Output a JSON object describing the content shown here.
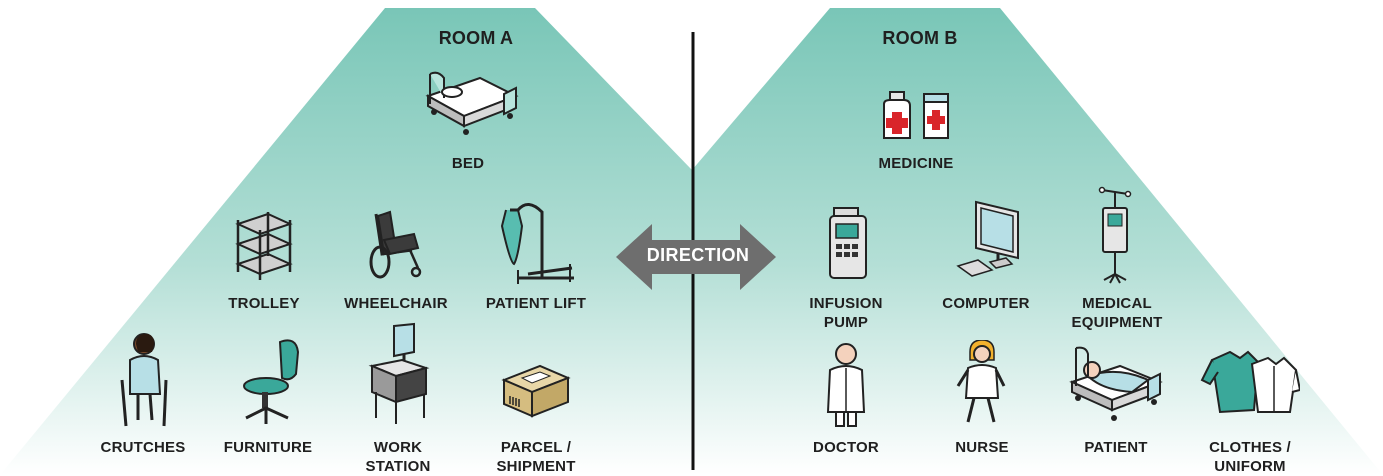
{
  "room_a": {
    "title": "ROOM A",
    "items": [
      {
        "label": "BED",
        "icon": "bed-icon"
      },
      {
        "label": "TROLLEY",
        "icon": "trolley-icon"
      },
      {
        "label": "WHEELCHAIR",
        "icon": "wheelchair-icon"
      },
      {
        "label": "PATIENT LIFT",
        "icon": "patient-lift-icon"
      },
      {
        "label": "CRUTCHES",
        "icon": "crutches-icon"
      },
      {
        "label": "FURNITURE",
        "icon": "chair-icon"
      },
      {
        "label_lines": [
          "WORK",
          "STATION"
        ],
        "icon": "work-station-icon"
      },
      {
        "label_lines": [
          "PARCEL /",
          "SHIPMENT"
        ],
        "icon": "parcel-icon"
      }
    ]
  },
  "room_b": {
    "title": "ROOM B",
    "items": [
      {
        "label": "MEDICINE",
        "icon": "medicine-icon"
      },
      {
        "label_lines": [
          "INFUSION",
          "PUMP"
        ],
        "icon": "infusion-pump-icon"
      },
      {
        "label": "COMPUTER",
        "icon": "computer-icon"
      },
      {
        "label_lines": [
          "MEDICAL",
          "EQUIPMENT"
        ],
        "icon": "medical-equipment-icon"
      },
      {
        "label": "DOCTOR",
        "icon": "doctor-icon"
      },
      {
        "label": "NURSE",
        "icon": "nurse-icon"
      },
      {
        "label": "PATIENT",
        "icon": "patient-icon"
      },
      {
        "label_lines": [
          "CLOTHES /",
          "UNIFORM"
        ],
        "icon": "clothes-icon"
      }
    ]
  },
  "center": {
    "direction_label": "DIRECTION"
  },
  "colors": {
    "teal_top": "#7fc9bb",
    "teal_bottom": "#ffffff",
    "arrow": "#6e6e6e",
    "accent": "#3aa89a"
  }
}
